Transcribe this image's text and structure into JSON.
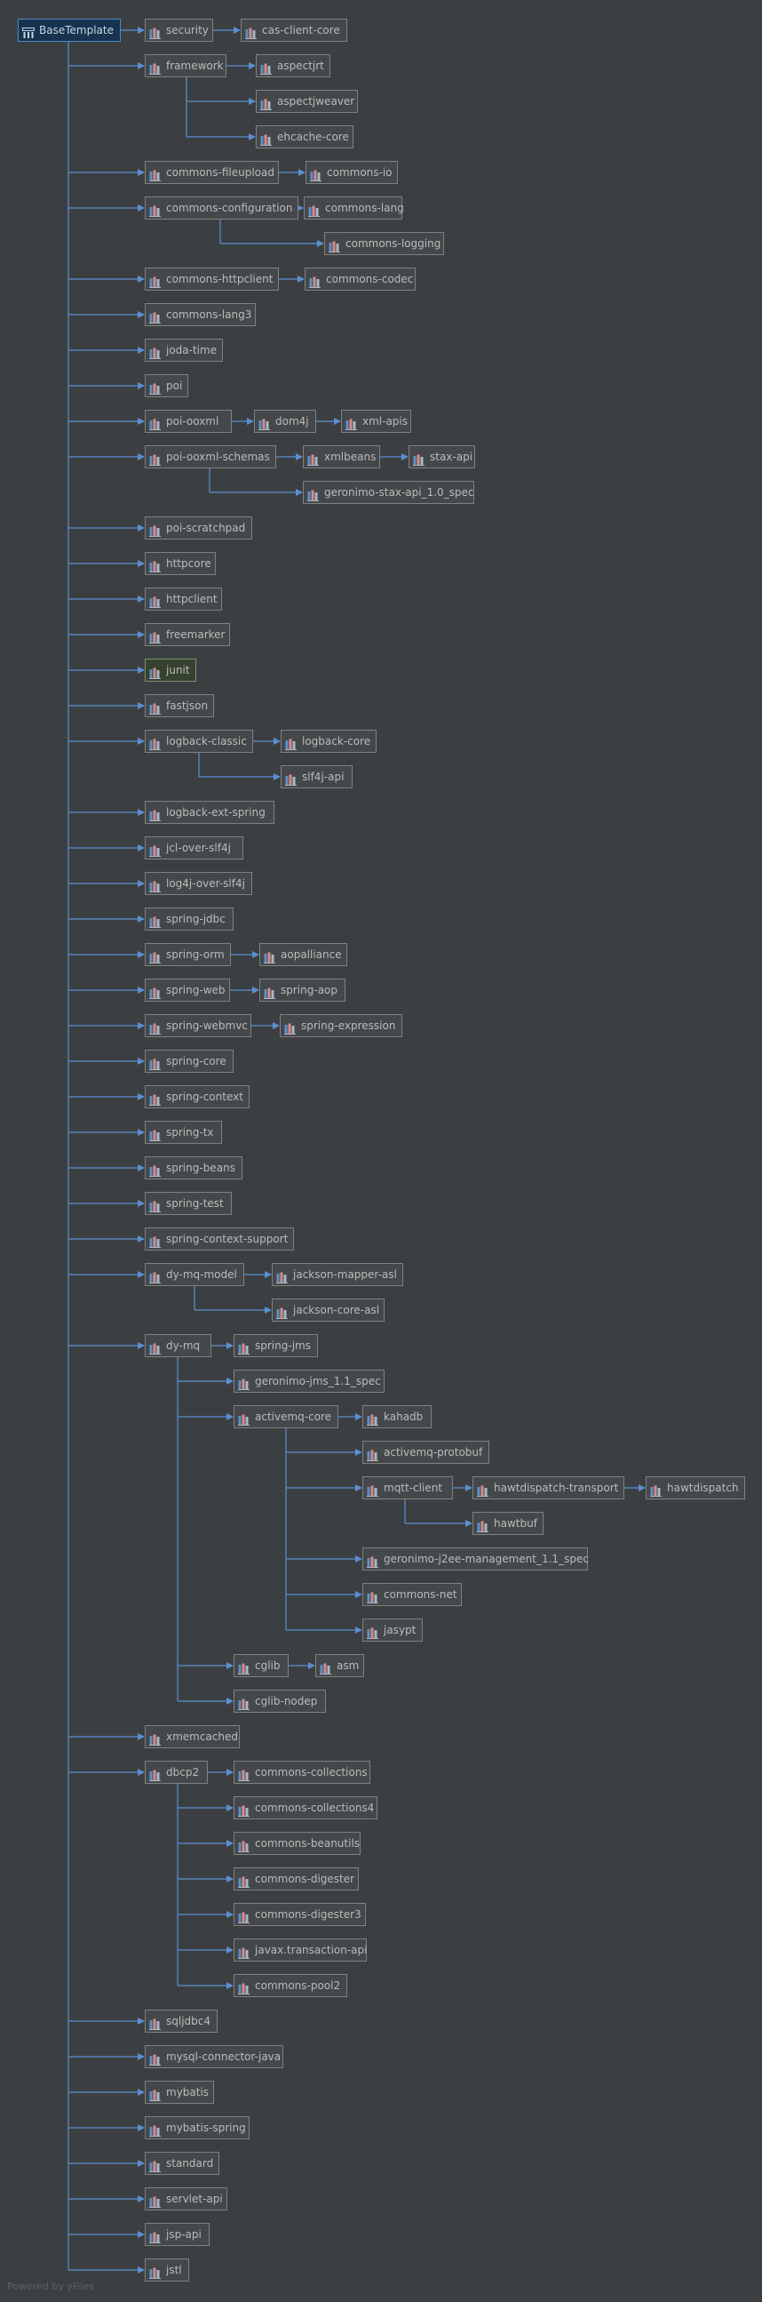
{
  "colors": {
    "edge": "#5a8fd1",
    "node_bg": "#45484a",
    "node_border": "#808080",
    "node_text": "#bbbbbb",
    "root_bg": "#17334f",
    "root_border": "#4a88c7",
    "test_bg": "#36422f",
    "icon_bar_blue": "#5f8fc7",
    "icon_bar_red": "#d78b8b",
    "icon_bar_gray": "#a9b7c6"
  },
  "footer": {
    "watermark": "Powered by yFiles"
  },
  "diagram": {
    "root": "BaseTemplate",
    "nodes": [
      {
        "id": "root",
        "label": "BaseTemplate",
        "icon": "module-icon",
        "kind": "root"
      },
      {
        "id": "security",
        "label": "security",
        "icon": "library-icon"
      },
      {
        "id": "cas-client-core",
        "label": "cas-client-core",
        "icon": "library-icon"
      },
      {
        "id": "framework",
        "label": "framework",
        "icon": "library-icon"
      },
      {
        "id": "aspectjrt",
        "label": "aspectjrt",
        "icon": "library-icon"
      },
      {
        "id": "aspectjweaver",
        "label": "aspectjweaver",
        "icon": "library-icon"
      },
      {
        "id": "ehcache-core",
        "label": "ehcache-core",
        "icon": "library-icon"
      },
      {
        "id": "commons-fileupload",
        "label": "commons-fileupload",
        "icon": "library-icon"
      },
      {
        "id": "commons-io",
        "label": "commons-io",
        "icon": "library-icon"
      },
      {
        "id": "commons-configuration",
        "label": "commons-configuration",
        "icon": "library-icon"
      },
      {
        "id": "commons-lang",
        "label": "commons-lang",
        "icon": "library-icon"
      },
      {
        "id": "commons-logging",
        "label": "commons-logging",
        "icon": "library-icon"
      },
      {
        "id": "commons-httpclient",
        "label": "commons-httpclient",
        "icon": "library-icon"
      },
      {
        "id": "commons-codec",
        "label": "commons-codec",
        "icon": "library-icon"
      },
      {
        "id": "commons-lang3",
        "label": "commons-lang3",
        "icon": "library-icon"
      },
      {
        "id": "joda-time",
        "label": "joda-time",
        "icon": "library-icon"
      },
      {
        "id": "poi",
        "label": "poi",
        "icon": "library-icon"
      },
      {
        "id": "poi-ooxml",
        "label": "poi-ooxml",
        "icon": "library-icon"
      },
      {
        "id": "dom4j",
        "label": "dom4j",
        "icon": "library-icon"
      },
      {
        "id": "xml-apis",
        "label": "xml-apis",
        "icon": "library-icon"
      },
      {
        "id": "poi-ooxml-schemas",
        "label": "poi-ooxml-schemas",
        "icon": "library-icon"
      },
      {
        "id": "xmlbeans",
        "label": "xmlbeans",
        "icon": "library-icon"
      },
      {
        "id": "stax-api",
        "label": "stax-api",
        "icon": "library-icon"
      },
      {
        "id": "geronimo-stax-api",
        "label": "geronimo-stax-api_1.0_spec",
        "icon": "library-icon"
      },
      {
        "id": "poi-scratchpad",
        "label": "poi-scratchpad",
        "icon": "library-icon"
      },
      {
        "id": "httpcore",
        "label": "httpcore",
        "icon": "library-icon"
      },
      {
        "id": "httpclient",
        "label": "httpclient",
        "icon": "library-icon"
      },
      {
        "id": "freemarker",
        "label": "freemarker",
        "icon": "library-icon"
      },
      {
        "id": "junit",
        "label": "junit",
        "icon": "library-icon",
        "kind": "test"
      },
      {
        "id": "fastjson",
        "label": "fastjson",
        "icon": "library-icon"
      },
      {
        "id": "logback-classic",
        "label": "logback-classic",
        "icon": "library-icon"
      },
      {
        "id": "logback-core",
        "label": "logback-core",
        "icon": "library-icon"
      },
      {
        "id": "slf4j-api",
        "label": "slf4j-api",
        "icon": "library-icon"
      },
      {
        "id": "logback-ext-spring",
        "label": "logback-ext-spring",
        "icon": "library-icon"
      },
      {
        "id": "jcl-over-slf4j",
        "label": "jcl-over-slf4j",
        "icon": "library-icon"
      },
      {
        "id": "log4j-over-slf4j",
        "label": "log4j-over-slf4j",
        "icon": "library-icon"
      },
      {
        "id": "spring-jdbc",
        "label": "spring-jdbc",
        "icon": "library-icon"
      },
      {
        "id": "spring-orm",
        "label": "spring-orm",
        "icon": "library-icon"
      },
      {
        "id": "aopalliance",
        "label": "aopalliance",
        "icon": "library-icon"
      },
      {
        "id": "spring-web",
        "label": "spring-web",
        "icon": "library-icon"
      },
      {
        "id": "spring-aop",
        "label": "spring-aop",
        "icon": "library-icon"
      },
      {
        "id": "spring-webmvc",
        "label": "spring-webmvc",
        "icon": "library-icon"
      },
      {
        "id": "spring-expression",
        "label": "spring-expression",
        "icon": "library-icon"
      },
      {
        "id": "spring-core",
        "label": "spring-core",
        "icon": "library-icon"
      },
      {
        "id": "spring-context",
        "label": "spring-context",
        "icon": "library-icon"
      },
      {
        "id": "spring-tx",
        "label": "spring-tx",
        "icon": "library-icon"
      },
      {
        "id": "spring-beans",
        "label": "spring-beans",
        "icon": "library-icon"
      },
      {
        "id": "spring-test",
        "label": "spring-test",
        "icon": "library-icon"
      },
      {
        "id": "spring-context-support",
        "label": "spring-context-support",
        "icon": "library-icon"
      },
      {
        "id": "dy-mq-model",
        "label": "dy-mq-model",
        "icon": "library-icon"
      },
      {
        "id": "jackson-mapper-asl",
        "label": "jackson-mapper-asl",
        "icon": "library-icon"
      },
      {
        "id": "jackson-core-asl",
        "label": "jackson-core-asl",
        "icon": "library-icon"
      },
      {
        "id": "dy-mq",
        "label": "dy-mq",
        "icon": "library-icon"
      },
      {
        "id": "spring-jms",
        "label": "spring-jms",
        "icon": "library-icon"
      },
      {
        "id": "geronimo-jms",
        "label": "geronimo-jms_1.1_spec",
        "icon": "library-icon"
      },
      {
        "id": "activemq-core",
        "label": "activemq-core",
        "icon": "library-icon"
      },
      {
        "id": "kahadb",
        "label": "kahadb",
        "icon": "library-icon"
      },
      {
        "id": "activemq-protobuf",
        "label": "activemq-protobuf",
        "icon": "library-icon"
      },
      {
        "id": "mqtt-client",
        "label": "mqtt-client",
        "icon": "library-icon"
      },
      {
        "id": "hawtdispatch-transport",
        "label": "hawtdispatch-transport",
        "icon": "library-icon"
      },
      {
        "id": "hawtdispatch",
        "label": "hawtdispatch",
        "icon": "library-icon"
      },
      {
        "id": "hawtbuf",
        "label": "hawtbuf",
        "icon": "library-icon"
      },
      {
        "id": "geronimo-j2ee",
        "label": "geronimo-j2ee-management_1.1_spec",
        "icon": "library-icon"
      },
      {
        "id": "commons-net",
        "label": "commons-net",
        "icon": "library-icon"
      },
      {
        "id": "jasypt",
        "label": "jasypt",
        "icon": "library-icon"
      },
      {
        "id": "cglib",
        "label": "cglib",
        "icon": "library-icon"
      },
      {
        "id": "asm",
        "label": "asm",
        "icon": "library-icon"
      },
      {
        "id": "cglib-nodep",
        "label": "cglib-nodep",
        "icon": "library-icon"
      },
      {
        "id": "xmemcached",
        "label": "xmemcached",
        "icon": "library-icon"
      },
      {
        "id": "dbcp2",
        "label": "dbcp2",
        "icon": "library-icon"
      },
      {
        "id": "commons-collections",
        "label": "commons-collections",
        "icon": "library-icon"
      },
      {
        "id": "commons-collections4",
        "label": "commons-collections4",
        "icon": "library-icon"
      },
      {
        "id": "commons-beanutils",
        "label": "commons-beanutils",
        "icon": "library-icon"
      },
      {
        "id": "commons-digester",
        "label": "commons-digester",
        "icon": "library-icon"
      },
      {
        "id": "commons-digester3",
        "label": "commons-digester3",
        "icon": "library-icon"
      },
      {
        "id": "javax-transaction-api",
        "label": "javax.transaction-api",
        "icon": "library-icon"
      },
      {
        "id": "commons-pool2",
        "label": "commons-pool2",
        "icon": "library-icon"
      },
      {
        "id": "sqljdbc4",
        "label": "sqljdbc4",
        "icon": "library-icon"
      },
      {
        "id": "mysql-connector-java",
        "label": "mysql-connector-java",
        "icon": "library-icon"
      },
      {
        "id": "mybatis",
        "label": "mybatis",
        "icon": "library-icon"
      },
      {
        "id": "mybatis-spring",
        "label": "mybatis-spring",
        "icon": "library-icon"
      },
      {
        "id": "standard",
        "label": "standard",
        "icon": "library-icon"
      },
      {
        "id": "servlet-api",
        "label": "servlet-api",
        "icon": "library-icon"
      },
      {
        "id": "jsp-api",
        "label": "jsp-api",
        "icon": "library-icon"
      },
      {
        "id": "jstl",
        "label": "jstl",
        "icon": "library-icon"
      }
    ],
    "edges": [
      [
        "root",
        "security"
      ],
      [
        "security",
        "cas-client-core"
      ],
      [
        "root",
        "framework"
      ],
      [
        "framework",
        "aspectjrt"
      ],
      [
        "framework",
        "aspectjweaver"
      ],
      [
        "framework",
        "ehcache-core"
      ],
      [
        "root",
        "commons-fileupload"
      ],
      [
        "commons-fileupload",
        "commons-io"
      ],
      [
        "root",
        "commons-configuration"
      ],
      [
        "commons-configuration",
        "commons-lang"
      ],
      [
        "commons-configuration",
        "commons-logging"
      ],
      [
        "root",
        "commons-httpclient"
      ],
      [
        "commons-httpclient",
        "commons-codec"
      ],
      [
        "root",
        "commons-lang3"
      ],
      [
        "root",
        "joda-time"
      ],
      [
        "root",
        "poi"
      ],
      [
        "root",
        "poi-ooxml"
      ],
      [
        "poi-ooxml",
        "dom4j"
      ],
      [
        "dom4j",
        "xml-apis"
      ],
      [
        "root",
        "poi-ooxml-schemas"
      ],
      [
        "poi-ooxml-schemas",
        "xmlbeans"
      ],
      [
        "xmlbeans",
        "stax-api"
      ],
      [
        "poi-ooxml-schemas",
        "geronimo-stax-api"
      ],
      [
        "root",
        "poi-scratchpad"
      ],
      [
        "root",
        "httpcore"
      ],
      [
        "root",
        "httpclient"
      ],
      [
        "root",
        "freemarker"
      ],
      [
        "root",
        "junit"
      ],
      [
        "root",
        "fastjson"
      ],
      [
        "root",
        "logback-classic"
      ],
      [
        "logback-classic",
        "logback-core"
      ],
      [
        "logback-classic",
        "slf4j-api"
      ],
      [
        "root",
        "logback-ext-spring"
      ],
      [
        "root",
        "jcl-over-slf4j"
      ],
      [
        "root",
        "log4j-over-slf4j"
      ],
      [
        "root",
        "spring-jdbc"
      ],
      [
        "root",
        "spring-orm"
      ],
      [
        "spring-orm",
        "aopalliance"
      ],
      [
        "root",
        "spring-web"
      ],
      [
        "spring-web",
        "spring-aop"
      ],
      [
        "root",
        "spring-webmvc"
      ],
      [
        "spring-webmvc",
        "spring-expression"
      ],
      [
        "root",
        "spring-core"
      ],
      [
        "root",
        "spring-context"
      ],
      [
        "root",
        "spring-tx"
      ],
      [
        "root",
        "spring-beans"
      ],
      [
        "root",
        "spring-test"
      ],
      [
        "root",
        "spring-context-support"
      ],
      [
        "root",
        "dy-mq-model"
      ],
      [
        "dy-mq-model",
        "jackson-mapper-asl"
      ],
      [
        "dy-mq-model",
        "jackson-core-asl"
      ],
      [
        "root",
        "dy-mq"
      ],
      [
        "dy-mq",
        "spring-jms"
      ],
      [
        "dy-mq",
        "geronimo-jms"
      ],
      [
        "dy-mq",
        "activemq-core"
      ],
      [
        "activemq-core",
        "kahadb"
      ],
      [
        "activemq-core",
        "activemq-protobuf"
      ],
      [
        "activemq-core",
        "mqtt-client"
      ],
      [
        "mqtt-client",
        "hawtdispatch-transport"
      ],
      [
        "hawtdispatch-transport",
        "hawtdispatch"
      ],
      [
        "mqtt-client",
        "hawtbuf"
      ],
      [
        "activemq-core",
        "geronimo-j2ee"
      ],
      [
        "activemq-core",
        "commons-net"
      ],
      [
        "activemq-core",
        "jasypt"
      ],
      [
        "dy-mq",
        "cglib"
      ],
      [
        "cglib",
        "asm"
      ],
      [
        "dy-mq",
        "cglib-nodep"
      ],
      [
        "root",
        "xmemcached"
      ],
      [
        "root",
        "dbcp2"
      ],
      [
        "dbcp2",
        "commons-collections"
      ],
      [
        "dbcp2",
        "commons-collections4"
      ],
      [
        "dbcp2",
        "commons-beanutils"
      ],
      [
        "dbcp2",
        "commons-digester"
      ],
      [
        "dbcp2",
        "commons-digester3"
      ],
      [
        "dbcp2",
        "javax-transaction-api"
      ],
      [
        "dbcp2",
        "commons-pool2"
      ],
      [
        "root",
        "sqljdbc4"
      ],
      [
        "root",
        "mysql-connector-java"
      ],
      [
        "root",
        "mybatis"
      ],
      [
        "root",
        "mybatis-spring"
      ],
      [
        "root",
        "standard"
      ],
      [
        "root",
        "servlet-api"
      ],
      [
        "root",
        "jsp-api"
      ],
      [
        "root",
        "jstl"
      ]
    ]
  }
}
